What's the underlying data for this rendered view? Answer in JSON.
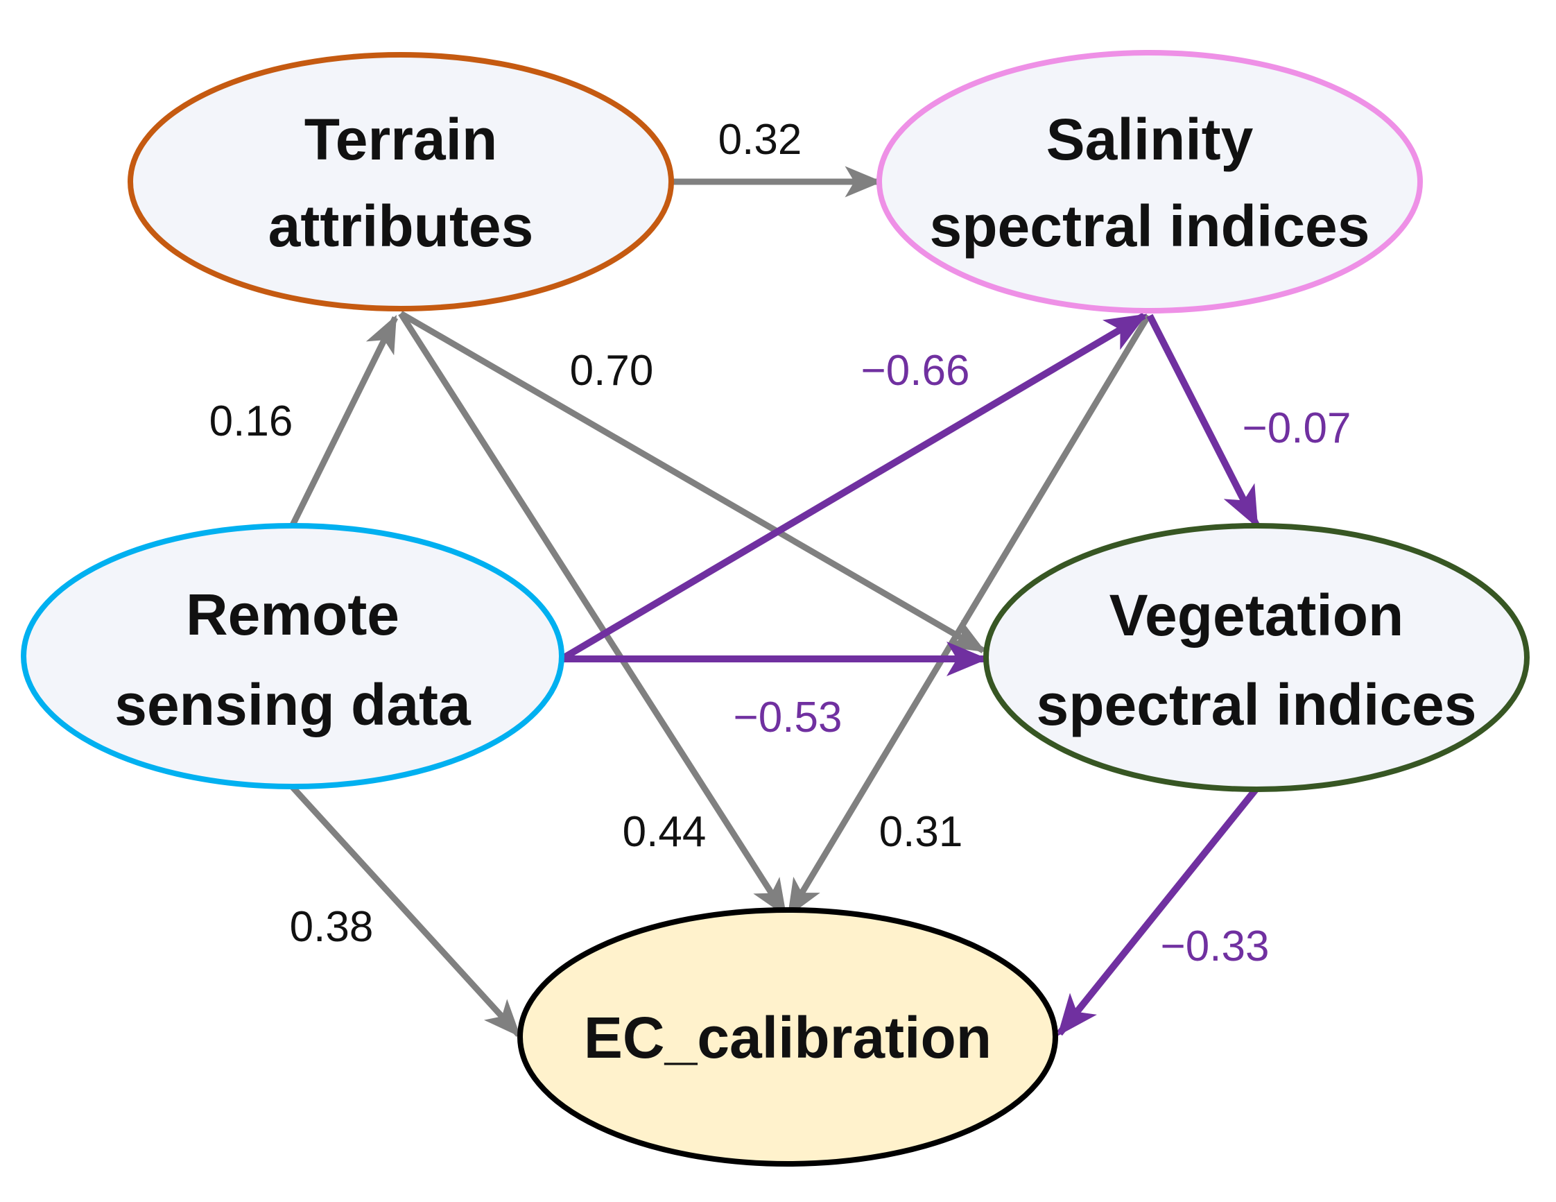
{
  "nodes": {
    "terrain": {
      "line1": "Terrain",
      "line2": "attributes",
      "border": "#c55a11",
      "fill": "#f3f5fa"
    },
    "salinity": {
      "line1": "Salinity",
      "line2": "spectral indices",
      "border": "#ee90e6",
      "fill": "#f3f5fa"
    },
    "remote": {
      "line1": "Remote",
      "line2": "sensing data",
      "border": "#00b0f0",
      "fill": "#f3f5fa"
    },
    "vegetation": {
      "line1": "Vegetation",
      "line2": "spectral indices",
      "border": "#375623",
      "fill": "#f3f5fa"
    },
    "ec": {
      "line1": "EC_calibration",
      "border": "#000000",
      "fill": "#fff2cc"
    }
  },
  "colors": {
    "positive": "#808080",
    "negative": "#7030a0",
    "positive_text": "#111111",
    "negative_text": "#7030a0"
  },
  "edges": [
    {
      "id": "terrain-salinity",
      "from": "Terrain attributes",
      "to": "Salinity spectral indices",
      "coefficient": "0.32",
      "sign": "positive"
    },
    {
      "id": "remote-terrain",
      "from": "Remote sensing data",
      "to": "Terrain attributes",
      "coefficient": "0.16",
      "sign": "positive"
    },
    {
      "id": "terrain-vegetation",
      "from": "Terrain attributes",
      "to": "Vegetation spectral indices",
      "coefficient": "0.70",
      "sign": "positive"
    },
    {
      "id": "remote-salinity",
      "from": "Remote sensing data",
      "to": "Salinity spectral indices",
      "coefficient": "−0.66",
      "sign": "negative"
    },
    {
      "id": "salinity-vegetation",
      "from": "Salinity spectral indices",
      "to": "Vegetation spectral indices",
      "coefficient": "−0.07",
      "sign": "negative"
    },
    {
      "id": "remote-vegetation",
      "from": "Remote sensing data",
      "to": "Vegetation spectral indices",
      "coefficient": "−0.53",
      "sign": "negative"
    },
    {
      "id": "terrain-ec",
      "from": "Terrain attributes",
      "to": "EC_calibration",
      "coefficient": "0.44",
      "sign": "positive"
    },
    {
      "id": "salinity-ec",
      "from": "Salinity spectral indices",
      "to": "EC_calibration",
      "coefficient": "0.31",
      "sign": "positive"
    },
    {
      "id": "remote-ec",
      "from": "Remote sensing data",
      "to": "EC_calibration",
      "coefficient": "0.38",
      "sign": "positive"
    },
    {
      "id": "vegetation-ec",
      "from": "Vegetation spectral indices",
      "to": "EC_calibration",
      "coefficient": "−0.33",
      "sign": "negative"
    }
  ]
}
